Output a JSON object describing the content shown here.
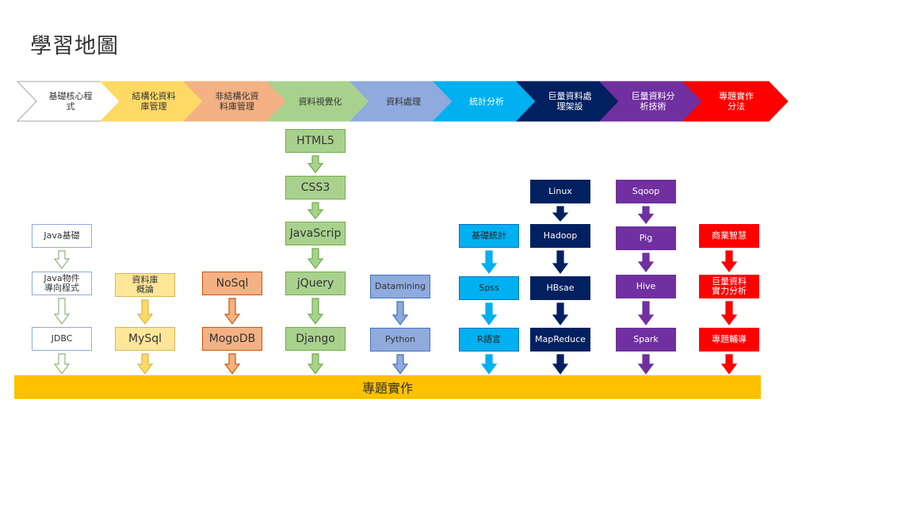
{
  "title": "學習地圖",
  "bottom_bar": "專題實作",
  "columns": [
    {
      "header": "基礎核心程\n式",
      "header_bg": "#ffffff",
      "header_fg": "#333333",
      "header_border": "#a6a6a6",
      "box_bg": "#ffffff",
      "box_fg": "#333333",
      "box_border": "#8faadc",
      "arrow_fill": "#ffffff",
      "arrow_stroke": "#8fb27a",
      "items": [
        "Java基礎",
        "Java物件\n導向程式",
        "JDBC"
      ]
    },
    {
      "header": "結構化資料\n庫管理",
      "header_bg": "#ffd966",
      "header_fg": "#333333",
      "header_border": "#ffd966",
      "box_bg": "#ffe699",
      "box_fg": "#333333",
      "box_border": "#d6b656",
      "arrow_fill": "#ffd966",
      "arrow_stroke": "#d6b656",
      "items": [
        "資料庫\n概論",
        "MySql"
      ]
    },
    {
      "header": "非結構化資\n料庫管理",
      "header_bg": "#f4b183",
      "header_fg": "#333333",
      "header_border": "#f4b183",
      "box_bg": "#f4b183",
      "box_fg": "#333333",
      "box_border": "#c55a11",
      "arrow_fill": "#f4b183",
      "arrow_stroke": "#c55a11",
      "items": [
        "NoSql",
        "MogoDB"
      ]
    },
    {
      "header": "資料視覺化",
      "header_bg": "#a9d18e",
      "header_fg": "#333333",
      "header_border": "#a9d18e",
      "box_bg": "#a9d18e",
      "box_fg": "#333333",
      "box_border": "#70ad47",
      "arrow_fill": "#a9d18e",
      "arrow_stroke": "#70ad47",
      "items": [
        "HTML5",
        "CSS3",
        "JavaScrip",
        "jQuery",
        "Django"
      ]
    },
    {
      "header": "資料處理",
      "header_bg": "#8faadc",
      "header_fg": "#333333",
      "header_border": "#8faadc",
      "box_bg": "#8faadc",
      "box_fg": "#333333",
      "box_border": "#4472c4",
      "arrow_fill": "#8faadc",
      "arrow_stroke": "#4472c4",
      "items": [
        "Datamining",
        "Python"
      ]
    },
    {
      "header": "統計分析",
      "header_bg": "#00b0f0",
      "header_fg": "#ffffff",
      "header_border": "#00b0f0",
      "box_bg": "#00b0f0",
      "box_fg": "#222222",
      "box_border": "#0070c0",
      "arrow_fill": "#00b0f0",
      "arrow_stroke": "#00b0f0",
      "items": [
        "基礎統計",
        "Spss",
        "R語言"
      ]
    },
    {
      "header": "巨量資料處\n理架設",
      "header_bg": "#002060",
      "header_fg": "#ffffff",
      "header_border": "#002060",
      "box_bg": "#002060",
      "box_fg": "#ffffff",
      "box_border": "#002060",
      "arrow_fill": "#002060",
      "arrow_stroke": "#002060",
      "items": [
        "Linux",
        "Hadoop",
        "HBsae",
        "MapReduce"
      ]
    },
    {
      "header": "巨量資料分\n析技術",
      "header_bg": "#7030a0",
      "header_fg": "#ffffff",
      "header_border": "#7030a0",
      "box_bg": "#7030a0",
      "box_fg": "#ffffff",
      "box_border": "#7030a0",
      "arrow_fill": "#7030a0",
      "arrow_stroke": "#7030a0",
      "items": [
        "Sqoop",
        "Pig",
        "Hive",
        "Spark"
      ]
    },
    {
      "header": "專題實作\n分法",
      "header_bg": "#ff0000",
      "header_fg": "#ffffff",
      "header_border": "#ff0000",
      "box_bg": "#ff0000",
      "box_fg": "#ffffff",
      "box_border": "#ff0000",
      "arrow_fill": "#ff0000",
      "arrow_stroke": "#ff0000",
      "items": [
        "商業智慧",
        "巨量資料\n實力分析",
        "專題輔導"
      ]
    }
  ]
}
